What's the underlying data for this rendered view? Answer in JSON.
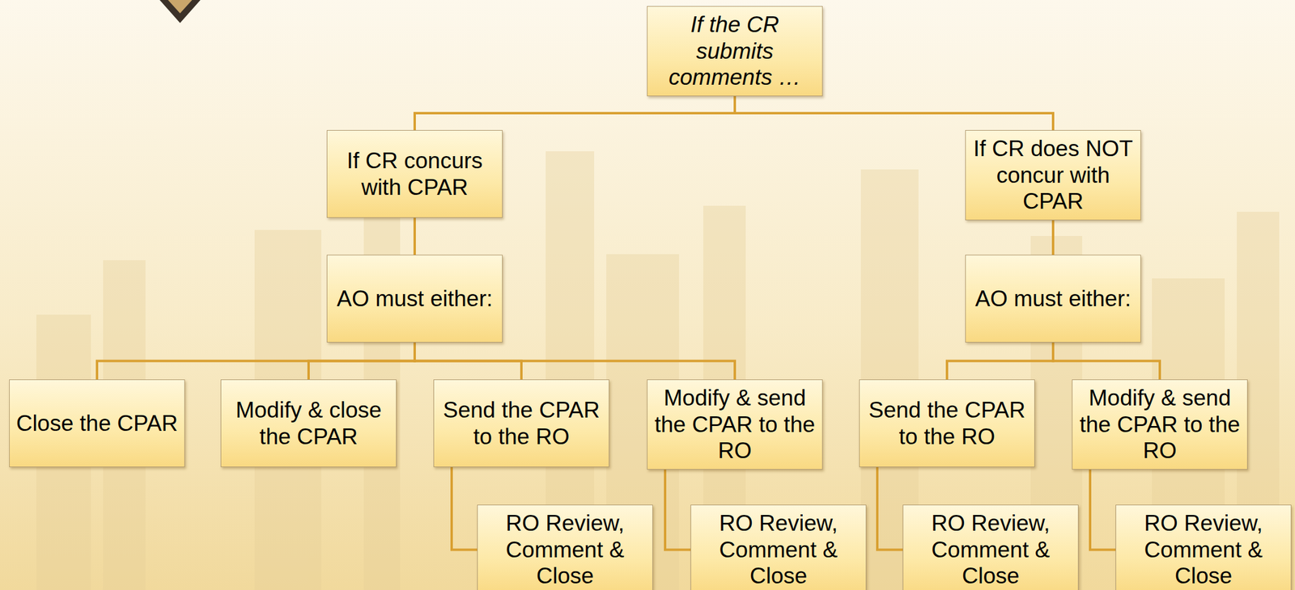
{
  "diagram": {
    "nodes": [
      {
        "text": [
          "If the CR submits comments …"
        ]
      },
      {
        "text": [
          "If CR concurs with CPAR"
        ]
      },
      {
        "text": [
          "If CR does NOT concur with CPAR"
        ]
      },
      {
        "text": [
          "AO must either:"
        ]
      },
      {
        "text": [
          "AO must either:"
        ]
      },
      {
        "text": [
          "Close the CPAR"
        ]
      },
      {
        "text": [
          "Modify & close the CPAR"
        ]
      },
      {
        "text": [
          "Send the CPAR to the RO"
        ]
      },
      {
        "text": [
          "Modify & send the CPAR to the RO"
        ]
      },
      {
        "text": [
          "Send the CPAR to the RO"
        ]
      },
      {
        "text": [
          "Modify & send the CPAR to the RO"
        ]
      },
      {
        "text": [
          "RO Review, Comment & Close"
        ]
      },
      {
        "text": [
          "RO Review, Comment & Close"
        ]
      },
      {
        "text": [
          "RO Review, Comment & Close"
        ]
      },
      {
        "text": [
          "RO Review, Comment & Close"
        ]
      }
    ],
    "edges": [
      {
        "from": 0,
        "to": 1,
        "arrow": "none"
      },
      {
        "from": 0,
        "to": 2,
        "arrow": "none"
      },
      {
        "from": 1,
        "to": 3,
        "arrow": "none"
      },
      {
        "from": 2,
        "to": 4,
        "arrow": "none"
      },
      {
        "from": 3,
        "to": 5,
        "arrow": "none"
      },
      {
        "from": 3,
        "to": 6,
        "arrow": "none"
      },
      {
        "from": 3,
        "to": 7,
        "arrow": "none"
      },
      {
        "from": 3,
        "to": 8,
        "arrow": "none"
      },
      {
        "from": 4,
        "to": 9,
        "arrow": "none"
      },
      {
        "from": 4,
        "to": 10,
        "arrow": "none"
      },
      {
        "from": 7,
        "to": 11,
        "arrow": "none"
      },
      {
        "from": 8,
        "to": 12,
        "arrow": "none"
      },
      {
        "from": 9,
        "to": 13,
        "arrow": "none"
      },
      {
        "from": 10,
        "to": 14,
        "arrow": "none"
      }
    ]
  }
}
